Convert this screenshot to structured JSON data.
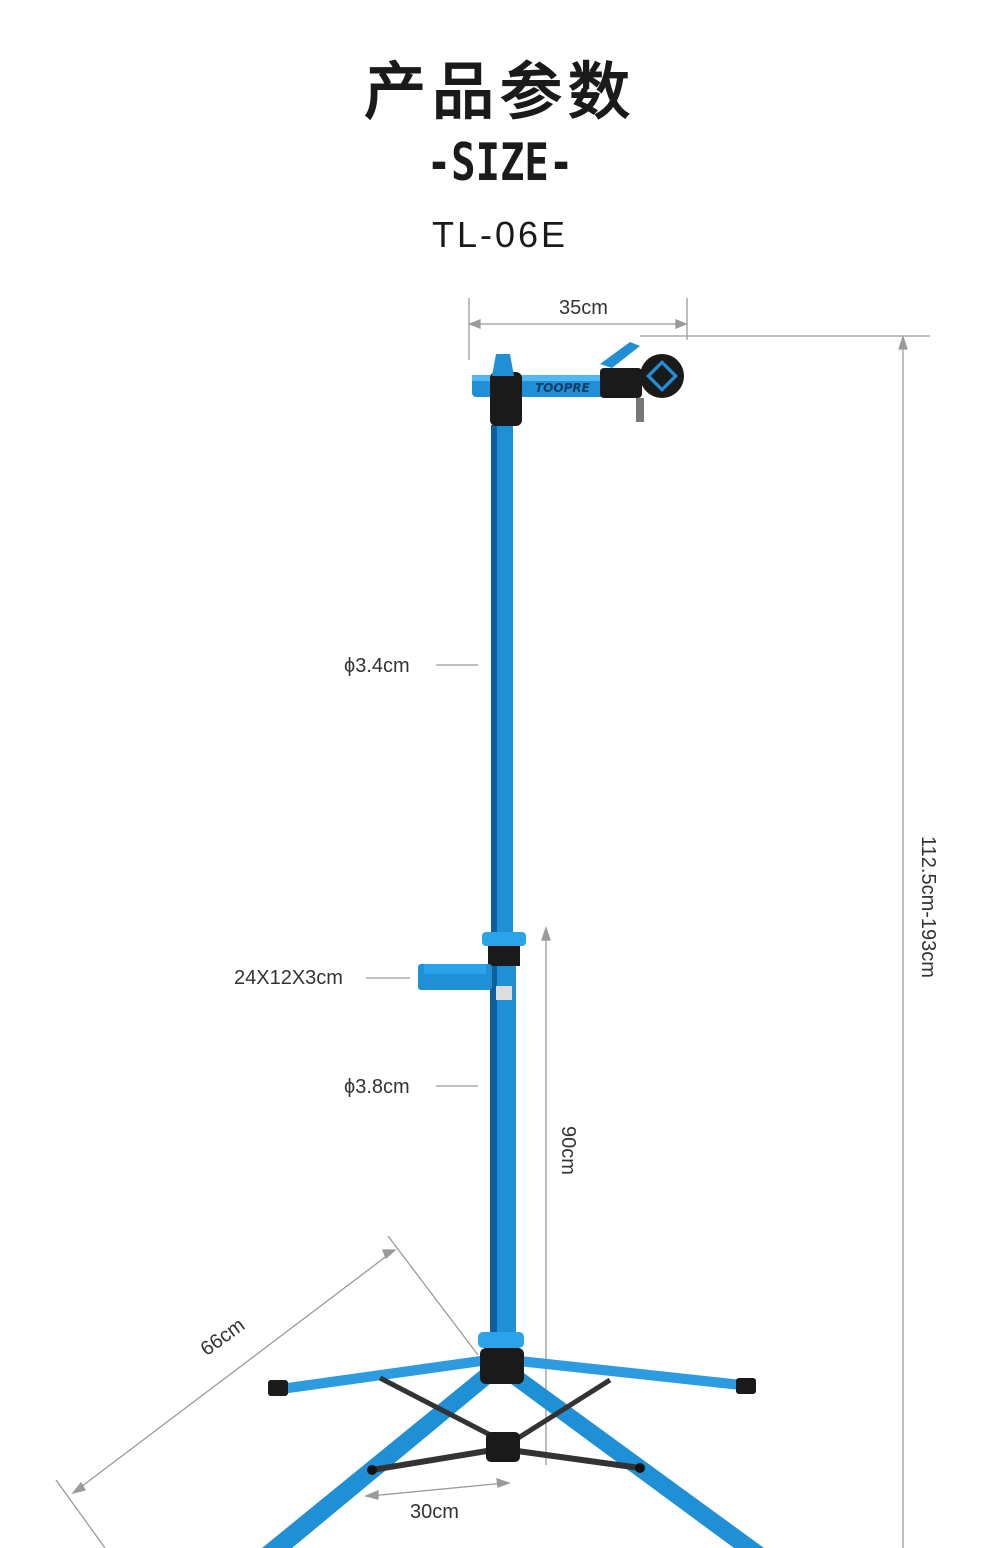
{
  "heading": {
    "title": "产品参数",
    "subtitle": "-SIZE-",
    "model": "TL-06E"
  },
  "product": {
    "brand_mark": "TOOPRE"
  },
  "dimensions": {
    "arm_width": "35cm",
    "upper_tube": "ϕ3.4cm",
    "tray": "24X12X3cm",
    "lower_tube": "ϕ3.8cm",
    "base_height": "90cm",
    "total_height": "112.5cm-193cm",
    "leg_length": "66cm",
    "leg_span": "30cm"
  },
  "colors": {
    "frame": "#1f8fd6",
    "frame_dark": "#0f5e9c",
    "joint": "#1a1a1a",
    "dimension_line": "#9a9a9a"
  }
}
